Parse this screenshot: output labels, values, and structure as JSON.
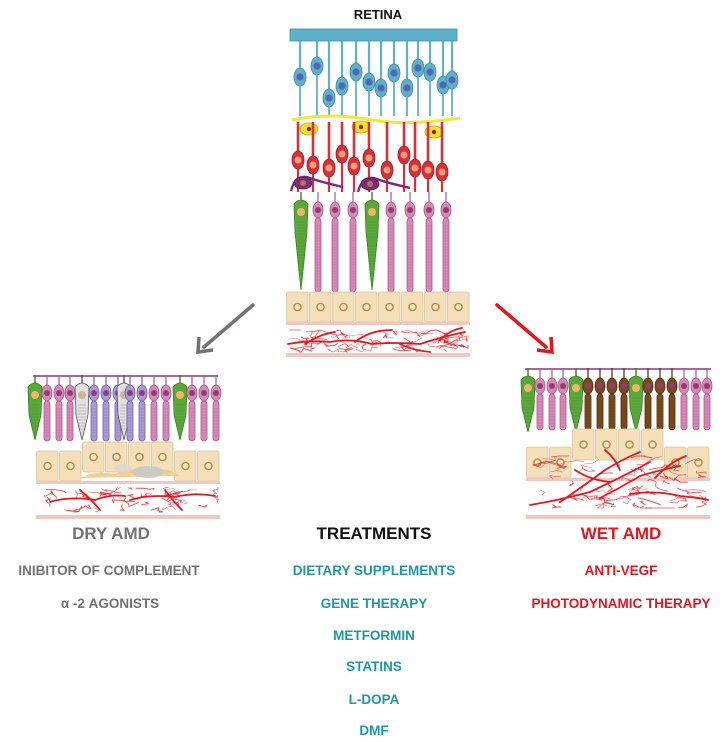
{
  "diagram": {
    "title": "RETINA",
    "colors": {
      "ganglion": "#5fb0c9",
      "bipolar": "#d8303a",
      "horizontal": "#7d2a78",
      "amacrine": "#f3e224",
      "rod": "#d887b8",
      "cone": "#5aa83a",
      "rpe": "#f3dfb9",
      "vessel": "#e8141c",
      "dry": "#757172",
      "treatment": "#1d97a6",
      "wet": "#e8141c"
    },
    "arrows": [
      {
        "from": "retina",
        "to": "dry_amd",
        "color": "#757172"
      },
      {
        "from": "retina",
        "to": "wet_amd",
        "color": "#e8141c"
      }
    ],
    "dry_amd": {
      "title": "DRY AMD",
      "treatments": [
        "INIBITOR OF COMPLEMENT",
        "α -2 AGONISTS"
      ]
    },
    "treatments": {
      "title": "TREATMENTS",
      "items": [
        "DIETARY SUPPLEMENTS",
        "GENE THERAPY",
        "METFORMIN",
        "STATINS",
        "L-DOPA",
        "DMF"
      ]
    },
    "wet_amd": {
      "title": "WET AMD",
      "treatments": [
        "ANTI-VEGF",
        "PHOTODYNAMIC THERAPY"
      ]
    }
  }
}
